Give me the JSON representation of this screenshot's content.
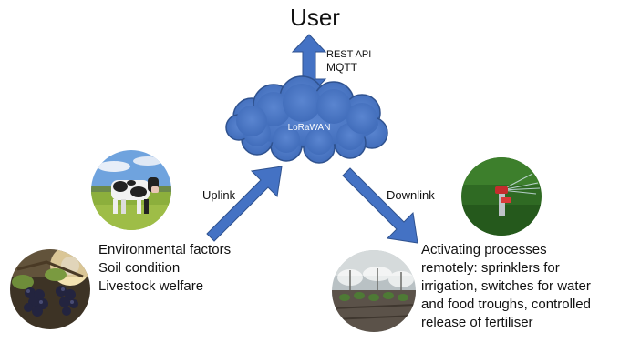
{
  "header": {
    "title": "User"
  },
  "api": {
    "line1": "REST API",
    "line2": "MQTT"
  },
  "cloud": {
    "label": "LoRaWAN"
  },
  "links": {
    "uplink": "Uplink",
    "downlink": "Downlink"
  },
  "left_block": {
    "lines": [
      "Environmental factors",
      "Soil condition",
      "Livestock welfare"
    ]
  },
  "right_block": {
    "lines": [
      "Activating processes",
      "remotely: sprinklers for",
      "irrigation, switches for water",
      "and food troughs, controlled",
      "release of fertiliser"
    ]
  },
  "colors": {
    "accent": "#4472c4",
    "accent_dark": "#2f528f",
    "text": "#111111"
  },
  "photos": [
    {
      "name": "cow-photo",
      "subject": "cow in grass field"
    },
    {
      "name": "grapes-photo",
      "subject": "grapes on vine"
    },
    {
      "name": "sprinkler-photo",
      "subject": "lawn sprinkler"
    },
    {
      "name": "irrigation-photo",
      "subject": "field irrigation misting"
    }
  ]
}
